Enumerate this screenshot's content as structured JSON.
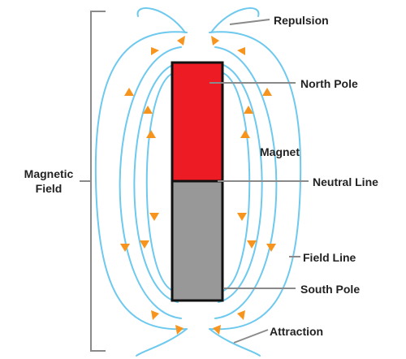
{
  "labels": {
    "repulsion": "Repulsion",
    "north_pole": "North Pole",
    "magnet": "Magnet",
    "neutral_line": "Neutral Line",
    "field_line": "Field Line",
    "south_pole": "South Pole",
    "attraction": "Attraction",
    "magnetic": "Magnetic",
    "field": "Field"
  },
  "colors": {
    "north_pole": "#ed1c24",
    "south_pole": "#989898",
    "field_line": "#6ec9ef",
    "arrow": "#f7941d",
    "leader": "#8a8a8a",
    "outline": "#111111",
    "text": "#222222"
  }
}
